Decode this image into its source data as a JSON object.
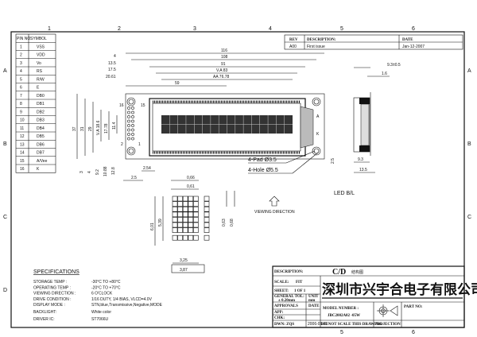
{
  "grid": {
    "cols": [
      "1",
      "2",
      "3",
      "4",
      "5",
      "6"
    ],
    "rows": [
      "A",
      "B",
      "C",
      "D"
    ]
  },
  "pin_table": {
    "headers": [
      "PIN NO",
      "SYMBOL"
    ],
    "rows": [
      [
        "1",
        "VSS"
      ],
      [
        "2",
        "VDD"
      ],
      [
        "3",
        "Vo"
      ],
      [
        "4",
        "RS"
      ],
      [
        "5",
        "R/W"
      ],
      [
        "6",
        "E"
      ],
      [
        "7",
        "DB0"
      ],
      [
        "8",
        "DB1"
      ],
      [
        "9",
        "DB2"
      ],
      [
        "10",
        "DB3"
      ],
      [
        "11",
        "DB4"
      ],
      [
        "12",
        "DB5"
      ],
      [
        "13",
        "DB6"
      ],
      [
        "14",
        "DB7"
      ],
      [
        "15",
        "A/Vee"
      ],
      [
        "16",
        "K"
      ]
    ]
  },
  "revision": {
    "headers": [
      "REV",
      "DESCRIPTION:",
      "DATE"
    ],
    "row": [
      "A00",
      "First issue",
      "Jan-12-2007"
    ]
  },
  "front_view": {
    "top_dims": [
      "116",
      "108",
      "91",
      "V.A 83",
      "AA 76.78",
      "59"
    ],
    "left_offsets": [
      "4",
      "13.5",
      "17.5",
      "20.61"
    ],
    "vertical_dims": [
      "37",
      "31",
      "29",
      "V.A 18.6",
      "17.78",
      "11.4"
    ],
    "bottom_dims": [
      "3",
      "4",
      "9.2",
      "10.88",
      "12.8"
    ],
    "pitch_dims": [
      "2.54",
      "2.5"
    ],
    "pin_labels": [
      "16",
      "15",
      "2",
      "1"
    ],
    "led_labels": [
      "A",
      "K"
    ],
    "right_dim": "2.5",
    "callouts": [
      "4-Pad Ø3.5",
      "4-Hole Ø5.5"
    ]
  },
  "side_view": {
    "dims": [
      "9.3±0.5",
      "1.6",
      "9.3",
      "13.5"
    ]
  },
  "led_label": "LED B/L",
  "viewing_direction": "VIEWING DIRECTION",
  "char_detail": {
    "dims": [
      "0,66",
      "0,61",
      "6,01",
      "5,39",
      "0,63",
      "0,68",
      "3,25",
      "3,87"
    ]
  },
  "specifications": {
    "title": "SPECIFICATIONS",
    "items": [
      [
        "STORAGE TEMP :",
        "-30°C  TO  +80°C"
      ],
      [
        "OPERATING TEMP :",
        "-20°C  TO  +70°C"
      ],
      [
        "VIEWING DIRECTION :",
        "6  O'CLOCK"
      ],
      [
        "DRIVE CONDITION :",
        "1/16  DUTY,  1/4  BIAS,  VLCD=4.0V"
      ],
      [
        "DISPLAY MODE :",
        "STN,blue,Transmissive,Negative,MODE"
      ],
      [
        "BACKLIGHT:",
        "White color"
      ],
      [
        "DRIVER IC:",
        "ST7066U"
      ]
    ]
  },
  "title_block": {
    "description_label": "DESCRIPTION:",
    "description": "C/D",
    "description_cn": "结构图",
    "scale_label": "SCALE:",
    "scale": "FIT",
    "sheet_label": "SHEET:",
    "sheet": "1  OF  1",
    "tol_label": "GENERAL TOL:",
    "tol": "± 0.20mm",
    "unit_label": "UNIT",
    "unit": "mm",
    "approvals_label": "APPROVALS",
    "date_label": "DATE",
    "app": "APP:",
    "chk": "CHK:",
    "dwn": "DWN: ZQS",
    "dwn_date": "2006-01-01",
    "company": "深圳市兴宇合电子有限公司",
    "model_label": "MODEL NUMBER :",
    "model": "JBC2002A02 -05W",
    "no_scale": "DO NOT SCALE THIS DRAWING",
    "projection": "PROJECTION",
    "part_no": "PART NO:"
  }
}
